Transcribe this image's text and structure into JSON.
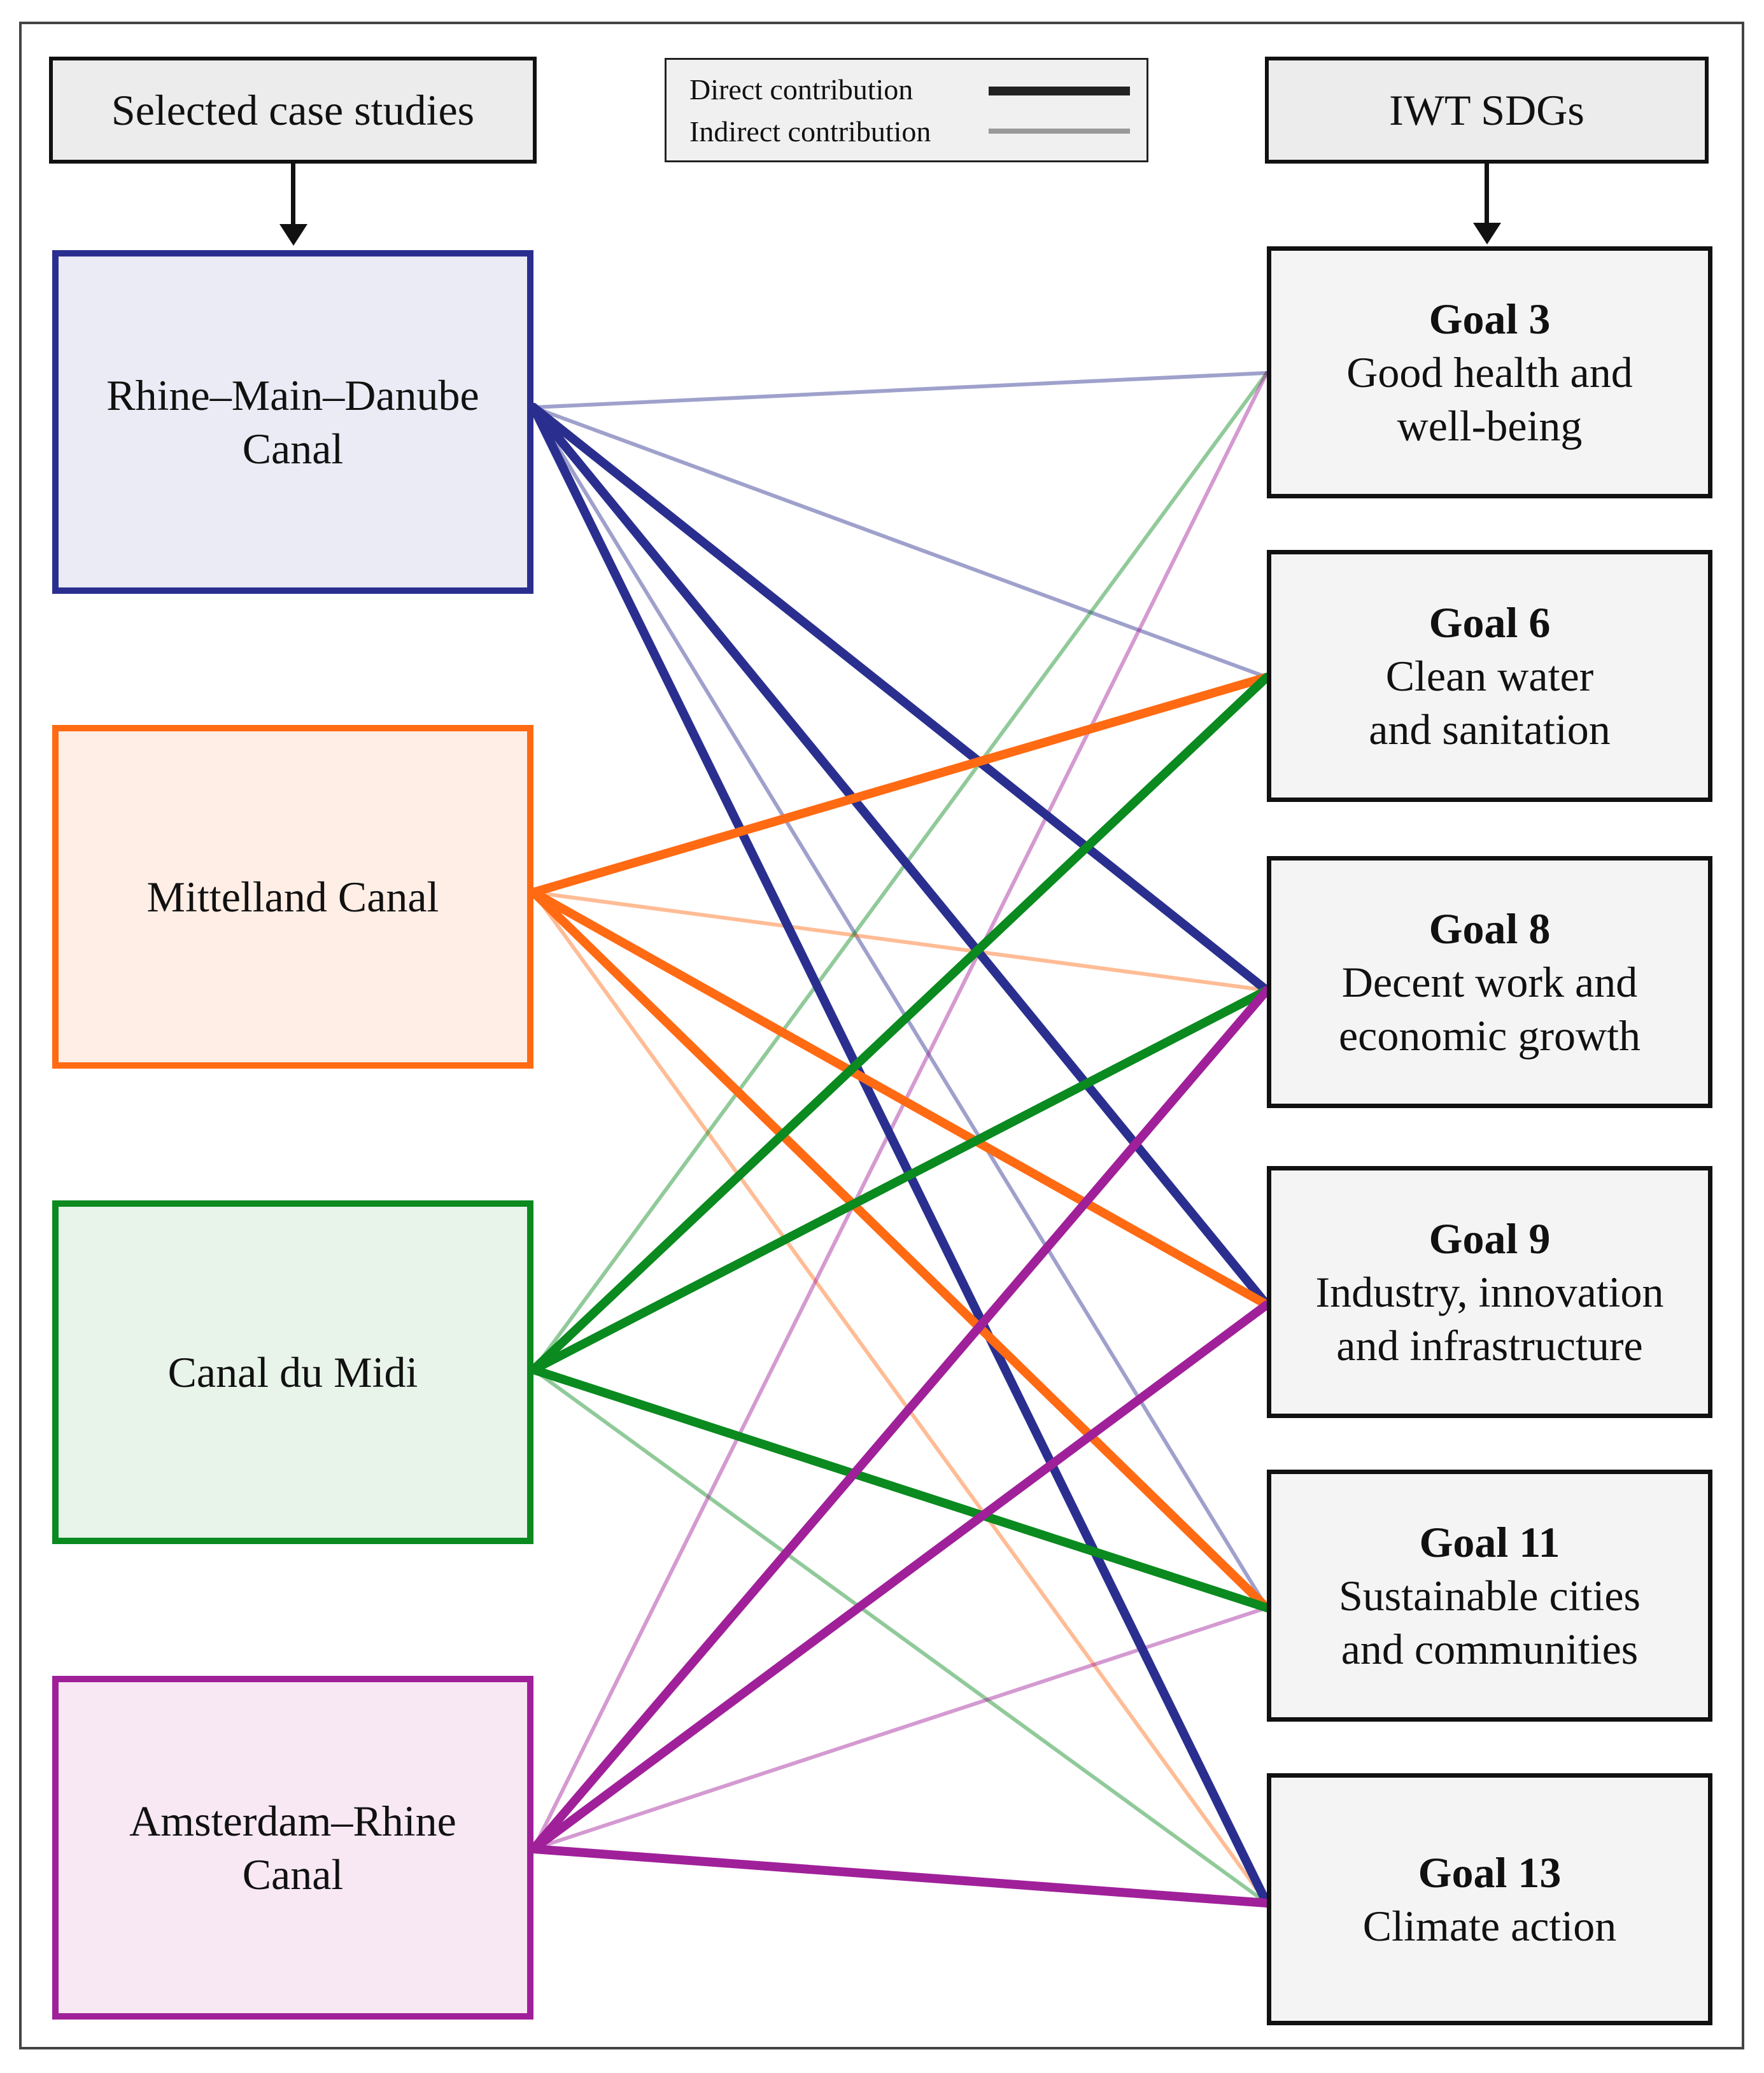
{
  "headers": {
    "left": "Selected case studies",
    "right": "IWT SDGs"
  },
  "legend": {
    "direct_label": "Direct contribution",
    "indirect_label": "Indirect contribution",
    "direct_color": "#222222",
    "indirect_color": "#999999"
  },
  "case_studies": [
    {
      "id": "rmd",
      "line1": "Rhine–Main–Danube",
      "line2": "Canal",
      "color": "#2a2f8f",
      "fill": "#eaebf5"
    },
    {
      "id": "mit",
      "line1": "Mittelland Canal",
      "line2": "",
      "color": "#ff6a13",
      "fill": "#ffeee6"
    },
    {
      "id": "cdm",
      "line1": "Canal du Midi",
      "line2": "",
      "color": "#0a8a1f",
      "fill": "#e8f3ea"
    },
    {
      "id": "arc",
      "line1": "Amsterdam–Rhine",
      "line2": "Canal",
      "color": "#a0209a",
      "fill": "#f7e8f4"
    }
  ],
  "goals": [
    {
      "id": "g3",
      "title": "Goal 3",
      "line1": "Good health and",
      "line2": "well-being"
    },
    {
      "id": "g6",
      "title": "Goal 6",
      "line1": "Clean water",
      "line2": "and sanitation"
    },
    {
      "id": "g8",
      "title": "Goal 8",
      "line1": "Decent work and",
      "line2": "economic growth"
    },
    {
      "id": "g9",
      "title": "Goal 9",
      "line1": "Industry, innovation",
      "line2": "and infrastructure"
    },
    {
      "id": "g11",
      "title": "Goal 11",
      "line1": "Sustainable cities",
      "line2": "and communities"
    },
    {
      "id": "g13",
      "title": "Goal 13",
      "line1": "Climate action",
      "line2": ""
    }
  ],
  "links": [
    {
      "from": "rmd",
      "to": "g3",
      "type": "indirect"
    },
    {
      "from": "rmd",
      "to": "g6",
      "type": "indirect"
    },
    {
      "from": "rmd",
      "to": "g8",
      "type": "direct"
    },
    {
      "from": "rmd",
      "to": "g9",
      "type": "direct"
    },
    {
      "from": "rmd",
      "to": "g11",
      "type": "indirect"
    },
    {
      "from": "rmd",
      "to": "g13",
      "type": "direct"
    },
    {
      "from": "mit",
      "to": "g6",
      "type": "direct"
    },
    {
      "from": "mit",
      "to": "g8",
      "type": "indirect"
    },
    {
      "from": "mit",
      "to": "g9",
      "type": "direct"
    },
    {
      "from": "mit",
      "to": "g11",
      "type": "direct"
    },
    {
      "from": "mit",
      "to": "g13",
      "type": "indirect"
    },
    {
      "from": "cdm",
      "to": "g3",
      "type": "indirect"
    },
    {
      "from": "cdm",
      "to": "g6",
      "type": "direct"
    },
    {
      "from": "cdm",
      "to": "g8",
      "type": "direct"
    },
    {
      "from": "cdm",
      "to": "g11",
      "type": "direct"
    },
    {
      "from": "cdm",
      "to": "g13",
      "type": "indirect"
    },
    {
      "from": "arc",
      "to": "g3",
      "type": "indirect"
    },
    {
      "from": "arc",
      "to": "g8",
      "type": "direct"
    },
    {
      "from": "arc",
      "to": "g9",
      "type": "direct"
    },
    {
      "from": "arc",
      "to": "g11",
      "type": "indirect"
    },
    {
      "from": "arc",
      "to": "g13",
      "type": "direct"
    }
  ]
}
